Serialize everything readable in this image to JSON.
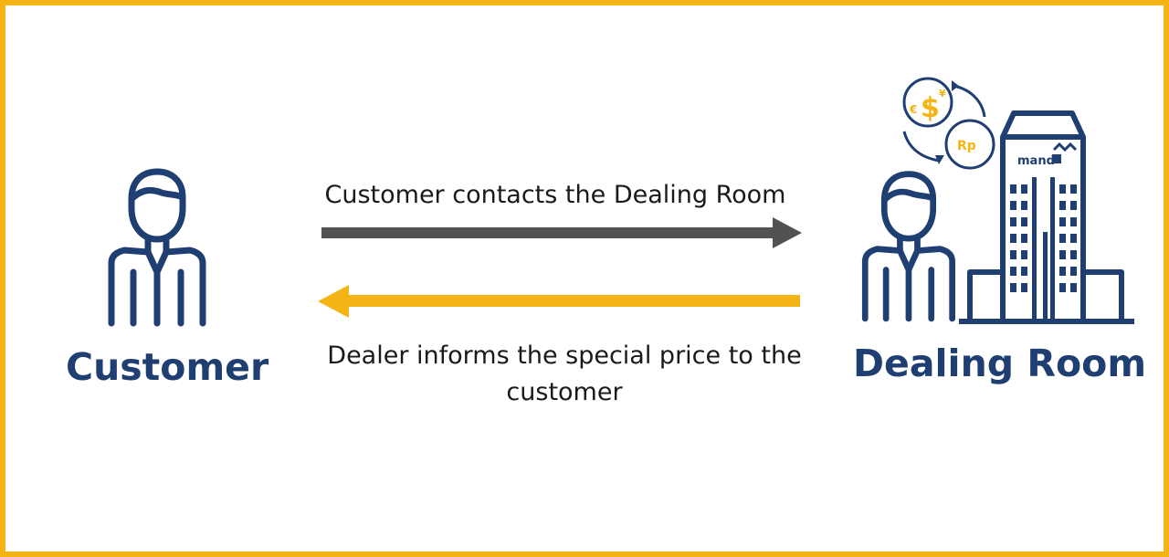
{
  "diagram": {
    "customer": {
      "label": "Customer",
      "icon": "person-icon"
    },
    "dealing_room": {
      "label": "Dealing Room",
      "icons": [
        "person-icon",
        "office-building-icon",
        "currency-exchange-icon"
      ],
      "building_sign": "mand",
      "currencies": [
        "€",
        "$",
        "¥",
        "Rp"
      ]
    },
    "flows": [
      {
        "from": "Customer",
        "to": "Dealing Room",
        "text": "Customer contacts the Dealing Room",
        "color": "#525252"
      },
      {
        "from": "Dealing Room",
        "to": "Customer",
        "text": "Dealer informs the special price to the customer",
        "color": "#f5b416"
      }
    ],
    "colors": {
      "border": "#f5b416",
      "primary": "#1f3e72",
      "accent": "#f5b416"
    }
  }
}
